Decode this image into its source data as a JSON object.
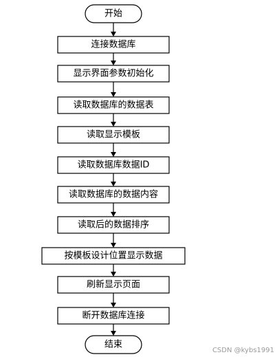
{
  "nodes": [
    {
      "id": "start",
      "shape": "terminal",
      "label": "开始"
    },
    {
      "id": "connect-db",
      "shape": "process",
      "label": "连接数据库"
    },
    {
      "id": "init-params",
      "shape": "process",
      "label": "显示界面参数初始化"
    },
    {
      "id": "read-table",
      "shape": "process",
      "label": "读取数据库的数据表"
    },
    {
      "id": "read-template",
      "shape": "process",
      "label": "读取显示模板"
    },
    {
      "id": "read-id",
      "shape": "process",
      "label": "读取数据库数据ID"
    },
    {
      "id": "read-content",
      "shape": "process",
      "label": "读取数据库的数据内容"
    },
    {
      "id": "sort",
      "shape": "process",
      "label": "读取后的数据排序"
    },
    {
      "id": "display-by-template",
      "shape": "process",
      "label": "按模板设计位置显示数据"
    },
    {
      "id": "refresh",
      "shape": "process",
      "label": "刷新显示页面"
    },
    {
      "id": "disconnect",
      "shape": "process",
      "label": "断开数据库连接"
    },
    {
      "id": "end",
      "shape": "terminal",
      "label": "结束"
    }
  ],
  "edges": [
    {
      "from": "start",
      "to": "connect-db"
    },
    {
      "from": "connect-db",
      "to": "init-params"
    },
    {
      "from": "init-params",
      "to": "read-table"
    },
    {
      "from": "read-table",
      "to": "read-template"
    },
    {
      "from": "read-template",
      "to": "read-id"
    },
    {
      "from": "read-id",
      "to": "read-content"
    },
    {
      "from": "read-content",
      "to": "sort"
    },
    {
      "from": "sort",
      "to": "display-by-template"
    },
    {
      "from": "display-by-template",
      "to": "refresh"
    },
    {
      "from": "refresh",
      "to": "disconnect"
    },
    {
      "from": "disconnect",
      "to": "end"
    }
  ],
  "watermark": "CSDN @kybs1991"
}
